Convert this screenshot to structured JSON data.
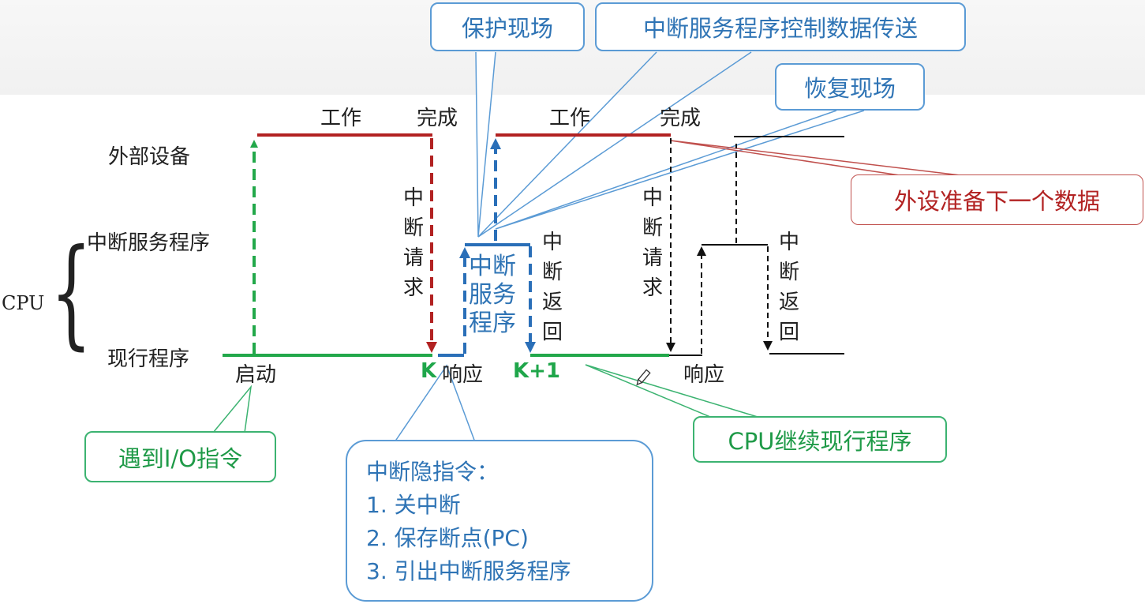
{
  "rows": {
    "device": "外部设备",
    "isr": "中断服务程序",
    "cpu": "CPU",
    "current": "现行程序"
  },
  "top_labels": {
    "work1": "工作",
    "done1": "完成",
    "work2": "工作",
    "done2": "完成"
  },
  "vertical_labels": {
    "irq1": "中断请求",
    "ret1": "中断返回",
    "irq2": "中断请求",
    "ret2": "中断返回"
  },
  "isr_block": "中断服务程序",
  "bottom_labels": {
    "start": "启动",
    "k": "K",
    "respond1": "响应",
    "k1": "K+1",
    "respond2": "响应"
  },
  "callouts": {
    "save_context": "保护现场",
    "isr_transfer": "中断服务程序控制数据传送",
    "restore_context": "恢复现场",
    "prepare_next": "外设准备下一个数据",
    "io_instruction": "遇到I/O指令",
    "continue_program": "CPU继续现行程序"
  },
  "hidden_instruction": {
    "title": "中断隐指令：",
    "steps": [
      "1. 关中断",
      "2. 保存断点(PC)",
      "3. 引出中断服务程序"
    ]
  },
  "colors": {
    "device_line": "#b22222",
    "program_line": "#22a84a",
    "isr_line": "#2a6fb8",
    "black": "#111111",
    "blue_callout": "#5b9bd5",
    "red_callout": "#c0504d",
    "green_callout": "#3cb371"
  },
  "icons": [
    "pencil-icon"
  ]
}
